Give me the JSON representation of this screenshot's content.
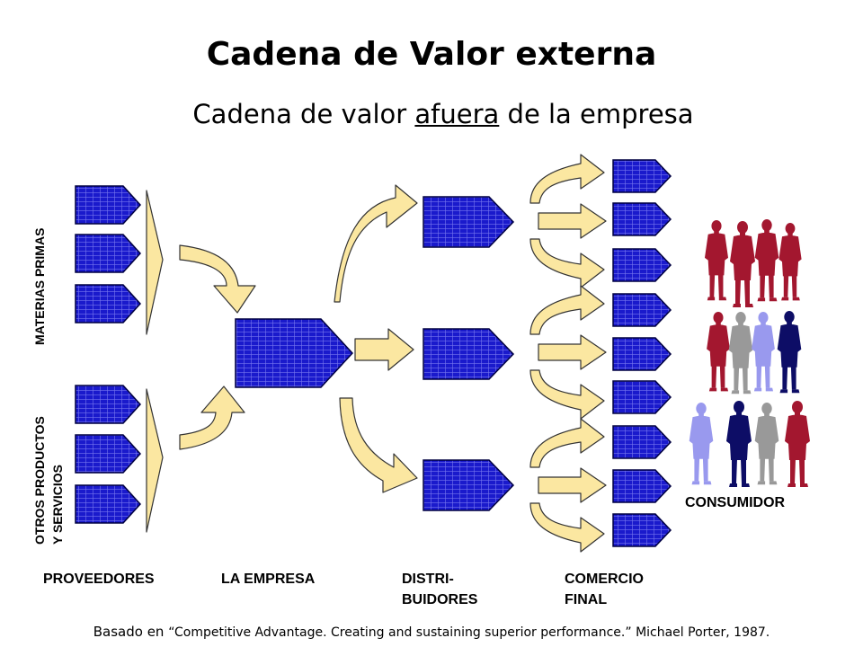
{
  "title": "Cadena de Valor externa",
  "subtitle": {
    "before": "Cadena de valor ",
    "underlined": "afuera",
    "after": " de la empresa"
  },
  "side_labels": {
    "materias_primas": "MATERIAS PRIMAS",
    "otros_productos_line1": "OTROS PRODUCTOS",
    "otros_productos_line2": "Y SERVICIOS"
  },
  "stage_labels": {
    "proveedores": "PROVEEDORES",
    "la_empresa": "LA EMPRESA",
    "distribuidores_line1": "DISTRI-",
    "distribuidores_line2": "BUIDORES",
    "comercio_line1": "COMERCIO",
    "comercio_line2": "FINAL",
    "consumidor": "CONSUMIDOR"
  },
  "footer": {
    "prefix": "Basado en ",
    "citation": "“Competitive Advantage. Creating and sustaining superior performance.” Michael Porter, 1987."
  },
  "colors": {
    "block_fill": "#1a1acc",
    "block_edge": "#000040",
    "arrow_fill": "#fbe7a1",
    "arrow_edge": "#333333",
    "person_red": "#a3172f",
    "person_gray": "#999999",
    "person_periwinkle": "#9999ee",
    "person_navy": "#0d0d66"
  }
}
